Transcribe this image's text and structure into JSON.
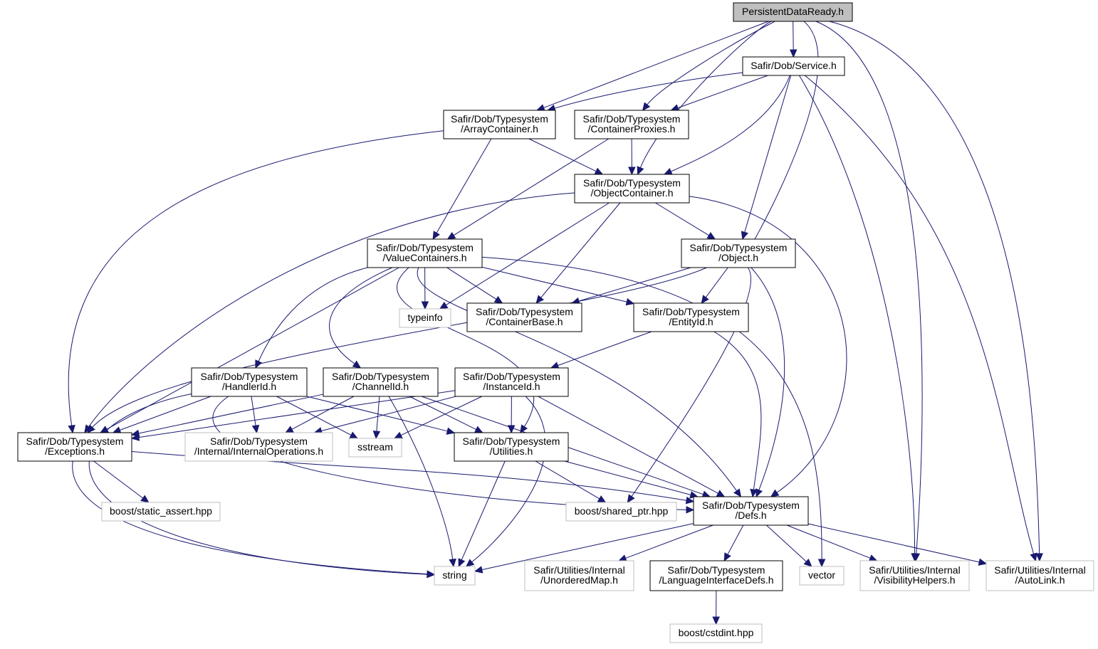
{
  "colors": {
    "edge": "#191970",
    "root_fill": "#bfbfbf",
    "root_stroke": "#000000",
    "normal_fill": "#ffffff",
    "normal_stroke": "#000000",
    "external_stroke": "#bfbfbf",
    "text": "#000000"
  },
  "nodes": [
    {
      "id": "root",
      "kind": "root",
      "lines": [
        "PersistentDataReady.h"
      ]
    },
    {
      "id": "service",
      "kind": "normal",
      "lines": [
        "Safir/Dob/Service.h"
      ]
    },
    {
      "id": "array",
      "kind": "normal",
      "lines": [
        "Safir/Dob/Typesystem",
        "/ArrayContainer.h"
      ]
    },
    {
      "id": "proxies",
      "kind": "normal",
      "lines": [
        "Safir/Dob/Typesystem",
        "/ContainerProxies.h"
      ]
    },
    {
      "id": "objcont",
      "kind": "normal",
      "lines": [
        "Safir/Dob/Typesystem",
        "/ObjectContainer.h"
      ]
    },
    {
      "id": "valcont",
      "kind": "normal",
      "lines": [
        "Safir/Dob/Typesystem",
        "/ValueContainers.h"
      ]
    },
    {
      "id": "object",
      "kind": "normal",
      "lines": [
        "Safir/Dob/Typesystem",
        "/Object.h"
      ]
    },
    {
      "id": "typeinfo",
      "kind": "external",
      "lines": [
        "typeinfo"
      ]
    },
    {
      "id": "contbase",
      "kind": "normal",
      "lines": [
        "Safir/Dob/Typesystem",
        "/ContainerBase.h"
      ]
    },
    {
      "id": "entityid",
      "kind": "normal",
      "lines": [
        "Safir/Dob/Typesystem",
        "/EntityId.h"
      ]
    },
    {
      "id": "handlerid",
      "kind": "normal",
      "lines": [
        "Safir/Dob/Typesystem",
        "/HandlerId.h"
      ]
    },
    {
      "id": "channelid",
      "kind": "normal",
      "lines": [
        "Safir/Dob/Typesystem",
        "/ChannelId.h"
      ]
    },
    {
      "id": "instanceid",
      "kind": "normal",
      "lines": [
        "Safir/Dob/Typesystem",
        "/InstanceId.h"
      ]
    },
    {
      "id": "exceptions",
      "kind": "normal",
      "lines": [
        "Safir/Dob/Typesystem",
        "/Exceptions.h"
      ]
    },
    {
      "id": "internalops",
      "kind": "external",
      "lines": [
        "Safir/Dob/Typesystem",
        "/Internal/InternalOperations.h"
      ]
    },
    {
      "id": "sstream",
      "kind": "external",
      "lines": [
        "sstream"
      ]
    },
    {
      "id": "utilities",
      "kind": "normal",
      "lines": [
        "Safir/Dob/Typesystem",
        "/Utilities.h"
      ]
    },
    {
      "id": "staticassert",
      "kind": "external",
      "lines": [
        "boost/static_assert.hpp"
      ]
    },
    {
      "id": "sharedptr",
      "kind": "external",
      "lines": [
        "boost/shared_ptr.hpp"
      ]
    },
    {
      "id": "defs",
      "kind": "normal",
      "lines": [
        "Safir/Dob/Typesystem",
        "/Defs.h"
      ]
    },
    {
      "id": "string",
      "kind": "external",
      "lines": [
        "string"
      ]
    },
    {
      "id": "unordered",
      "kind": "external",
      "lines": [
        "Safir/Utilities/Internal",
        "/UnorderedMap.h"
      ]
    },
    {
      "id": "langdefs",
      "kind": "normal",
      "lines": [
        "Safir/Dob/Typesystem",
        "/LanguageInterfaceDefs.h"
      ]
    },
    {
      "id": "vector",
      "kind": "external",
      "lines": [
        "vector"
      ]
    },
    {
      "id": "visibility",
      "kind": "external",
      "lines": [
        "Safir/Utilities/Internal",
        "/VisibilityHelpers.h"
      ]
    },
    {
      "id": "autolink",
      "kind": "external",
      "lines": [
        "Safir/Utilities/Internal",
        "/AutoLink.h"
      ]
    },
    {
      "id": "cstdint",
      "kind": "external",
      "lines": [
        "boost/cstdint.hpp"
      ]
    }
  ],
  "edges": [
    {
      "from": "root",
      "to": "service"
    },
    {
      "from": "root",
      "to": "array"
    },
    {
      "from": "root",
      "to": "proxies"
    },
    {
      "from": "root",
      "to": "objcont"
    },
    {
      "from": "root",
      "to": "object"
    },
    {
      "from": "root",
      "to": "visibility"
    },
    {
      "from": "root",
      "to": "autolink"
    },
    {
      "from": "service",
      "to": "array"
    },
    {
      "from": "service",
      "to": "proxies"
    },
    {
      "from": "service",
      "to": "objcont"
    },
    {
      "from": "service",
      "to": "object"
    },
    {
      "from": "service",
      "to": "visibility"
    },
    {
      "from": "service",
      "to": "autolink"
    },
    {
      "from": "array",
      "to": "objcont"
    },
    {
      "from": "array",
      "to": "valcont"
    },
    {
      "from": "array",
      "to": "exceptions"
    },
    {
      "from": "proxies",
      "to": "objcont"
    },
    {
      "from": "proxies",
      "to": "valcont"
    },
    {
      "from": "objcont",
      "to": "object"
    },
    {
      "from": "objcont",
      "to": "typeinfo"
    },
    {
      "from": "objcont",
      "to": "contbase"
    },
    {
      "from": "objcont",
      "to": "exceptions"
    },
    {
      "from": "objcont",
      "to": "defs"
    },
    {
      "from": "valcont",
      "to": "typeinfo"
    },
    {
      "from": "valcont",
      "to": "contbase"
    },
    {
      "from": "valcont",
      "to": "entityid"
    },
    {
      "from": "valcont",
      "to": "handlerid"
    },
    {
      "from": "valcont",
      "to": "channelid"
    },
    {
      "from": "valcont",
      "to": "exceptions"
    },
    {
      "from": "valcont",
      "to": "utilities"
    },
    {
      "from": "valcont",
      "to": "defs"
    },
    {
      "from": "valcont",
      "to": "vector"
    },
    {
      "from": "object",
      "to": "contbase"
    },
    {
      "from": "object",
      "to": "entityid"
    },
    {
      "from": "object",
      "to": "exceptions"
    },
    {
      "from": "object",
      "to": "sharedptr"
    },
    {
      "from": "object",
      "to": "defs"
    },
    {
      "from": "entityid",
      "to": "instanceid"
    },
    {
      "from": "entityid",
      "to": "defs"
    },
    {
      "from": "handlerid",
      "to": "exceptions"
    },
    {
      "from": "handlerid",
      "to": "internalops"
    },
    {
      "from": "handlerid",
      "to": "sstream"
    },
    {
      "from": "handlerid",
      "to": "utilities"
    },
    {
      "from": "handlerid",
      "to": "defs"
    },
    {
      "from": "handlerid",
      "to": "string"
    },
    {
      "from": "channelid",
      "to": "exceptions"
    },
    {
      "from": "channelid",
      "to": "internalops"
    },
    {
      "from": "channelid",
      "to": "sstream"
    },
    {
      "from": "channelid",
      "to": "utilities"
    },
    {
      "from": "channelid",
      "to": "defs"
    },
    {
      "from": "channelid",
      "to": "string"
    },
    {
      "from": "instanceid",
      "to": "exceptions"
    },
    {
      "from": "instanceid",
      "to": "internalops"
    },
    {
      "from": "instanceid",
      "to": "sstream"
    },
    {
      "from": "instanceid",
      "to": "utilities"
    },
    {
      "from": "instanceid",
      "to": "defs"
    },
    {
      "from": "instanceid",
      "to": "string"
    },
    {
      "from": "exceptions",
      "to": "staticassert"
    },
    {
      "from": "exceptions",
      "to": "defs"
    },
    {
      "from": "exceptions",
      "to": "string"
    },
    {
      "from": "utilities",
      "to": "sharedptr"
    },
    {
      "from": "utilities",
      "to": "defs"
    },
    {
      "from": "utilities",
      "to": "string"
    },
    {
      "from": "defs",
      "to": "string"
    },
    {
      "from": "defs",
      "to": "unordered"
    },
    {
      "from": "defs",
      "to": "langdefs"
    },
    {
      "from": "defs",
      "to": "vector"
    },
    {
      "from": "defs",
      "to": "visibility"
    },
    {
      "from": "defs",
      "to": "autolink"
    },
    {
      "from": "langdefs",
      "to": "cstdint"
    }
  ]
}
